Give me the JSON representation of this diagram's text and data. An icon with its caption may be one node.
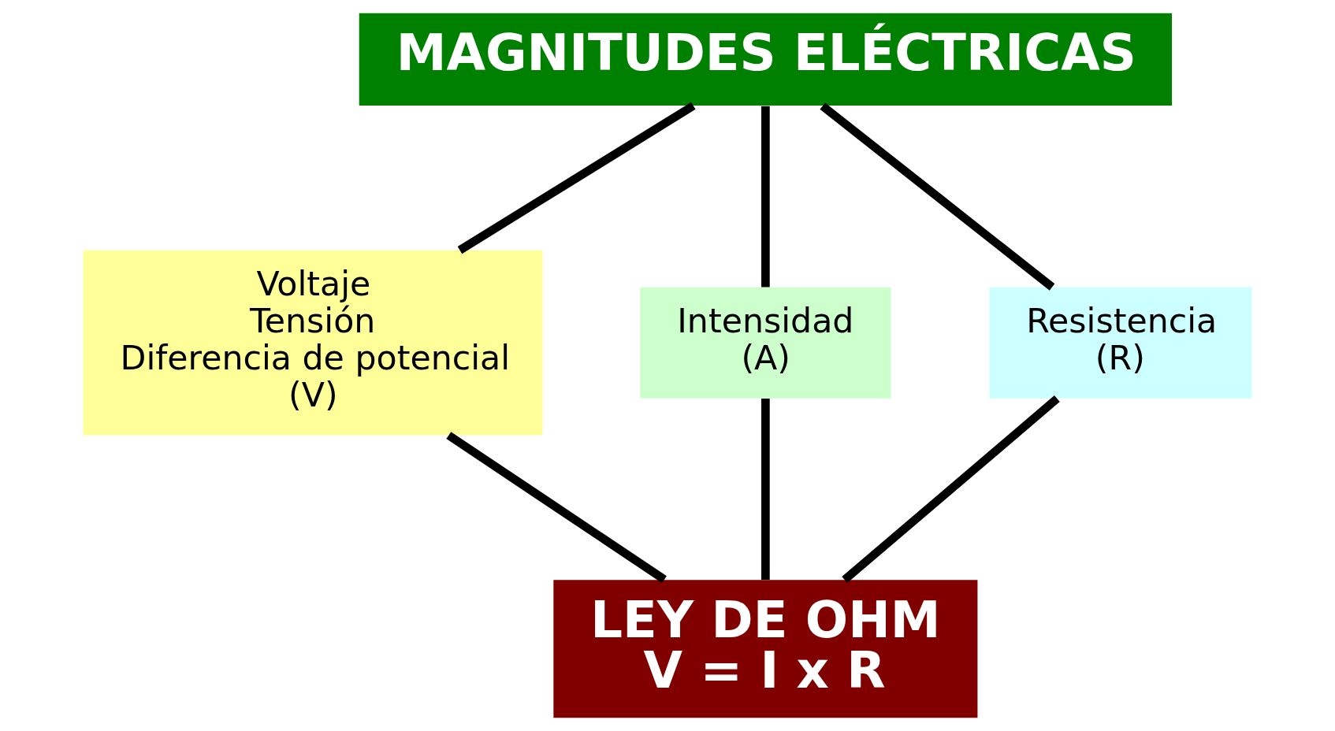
{
  "diagram": {
    "nodes": [
      {
        "text": [
          "MAGNITUDES ELÉCTRICAS"
        ]
      },
      {
        "text": [
          "Voltaje",
          "Tensión",
          "Diferencia de potencial",
          "(V)"
        ]
      },
      {
        "text": [
          "Intensidad",
          "(A)"
        ]
      },
      {
        "text": [
          "Resistencia",
          "(R)"
        ]
      },
      {
        "text": [
          "LEY DE OHM",
          "V = I x R"
        ]
      }
    ],
    "edges": [
      {
        "from": 0,
        "to": 1,
        "arrow": "none"
      },
      {
        "from": 0,
        "to": 2,
        "arrow": "none"
      },
      {
        "from": 0,
        "to": 3,
        "arrow": "none"
      },
      {
        "from": 1,
        "to": 4,
        "arrow": "none"
      },
      {
        "from": 2,
        "to": 4,
        "arrow": "none"
      },
      {
        "from": 3,
        "to": 4,
        "arrow": "none"
      }
    ]
  }
}
